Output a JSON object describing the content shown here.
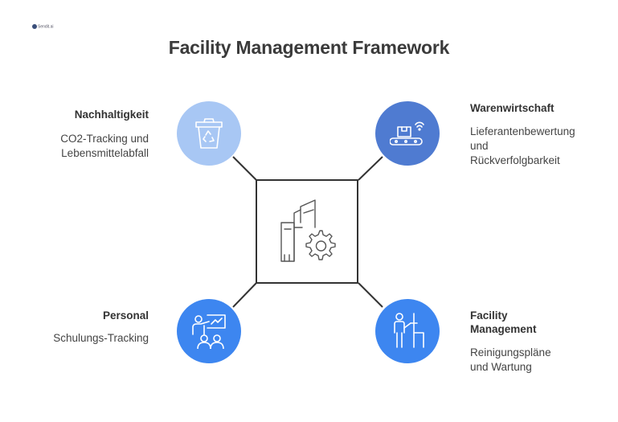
{
  "logo": {
    "text": "Sendit.ai"
  },
  "title": "Facility Management Framework",
  "quadrants": {
    "top_left": {
      "heading": "Nachhaltigkeit",
      "desc_line1": "CO2-Tracking und",
      "desc_line2": "Lebensmittelabfall",
      "icon": "recycling-bin-icon",
      "color": "#a8c7f4"
    },
    "top_right": {
      "heading": "Warenwirtschaft",
      "desc_line1": "Lieferantenbewertung",
      "desc_line2": "und",
      "desc_line3": "Rückverfolgbarkeit",
      "icon": "conveyor-package-icon",
      "color": "#4f7bd1"
    },
    "bottom_left": {
      "heading": "Personal",
      "desc_line1": "Schulungs-Tracking",
      "icon": "training-presentation-icon",
      "color": "#3d86f0"
    },
    "bottom_right": {
      "heading_line1": "Facility",
      "heading_line2": "Management",
      "desc_line1": "Reinigungspläne",
      "desc_line2": "und Wartung",
      "icon": "maintenance-worker-icon",
      "color": "#3d86f0"
    }
  },
  "center": {
    "icon": "building-gear-icon"
  }
}
